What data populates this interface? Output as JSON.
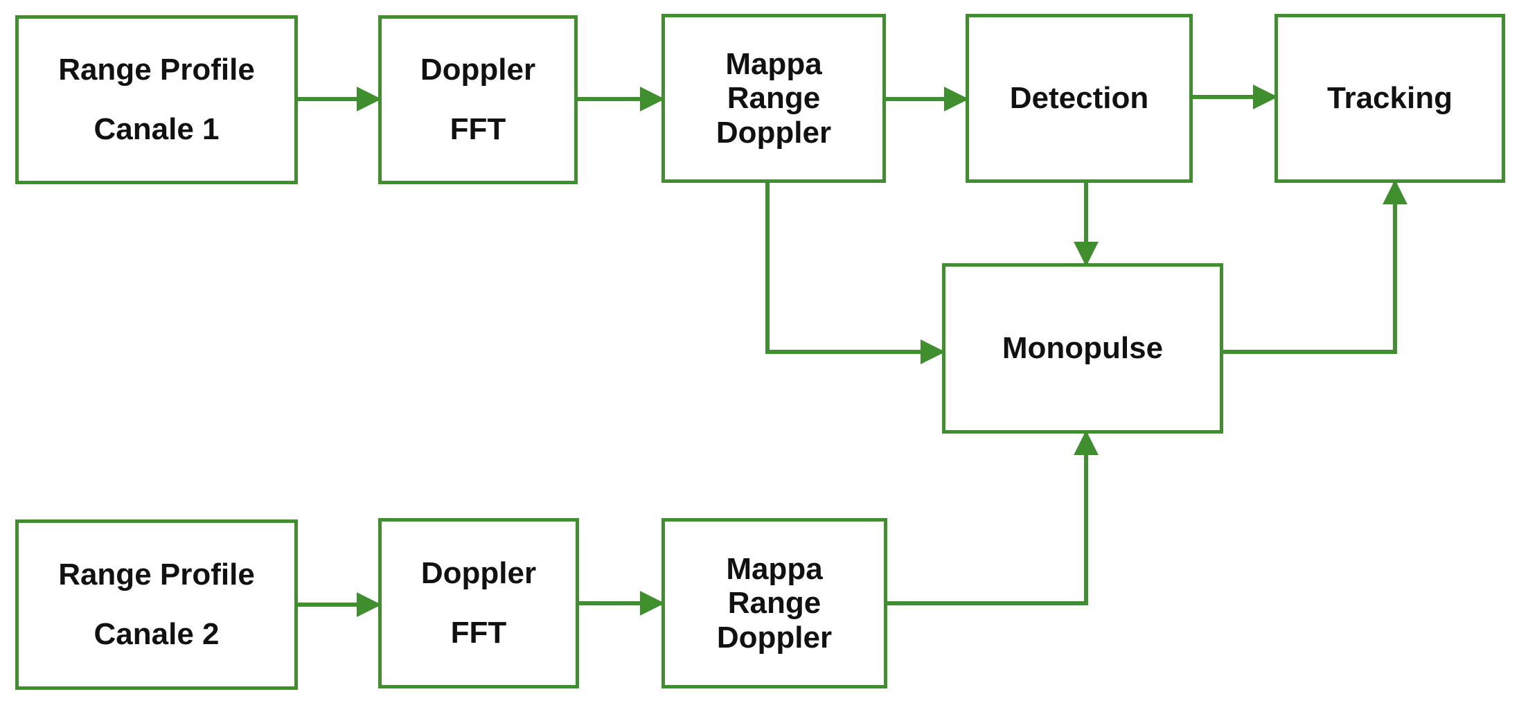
{
  "diagram": {
    "color": "#3f8f2f",
    "nodes": {
      "range_profile_1": {
        "lines": [
          "Range Profile",
          "Canale 1"
        ]
      },
      "doppler_fft_1": {
        "lines": [
          "Doppler",
          "FFT"
        ]
      },
      "mappa_range_doppler_1": {
        "lines": [
          "Mappa",
          "Range",
          "Doppler"
        ]
      },
      "detection": {
        "lines": [
          "Detection"
        ]
      },
      "tracking": {
        "lines": [
          "Tracking"
        ]
      },
      "monopulse": {
        "lines": [
          "Monopulse"
        ]
      },
      "range_profile_2": {
        "lines": [
          "Range Profile",
          "Canale 2"
        ]
      },
      "doppler_fft_2": {
        "lines": [
          "Doppler",
          "FFT"
        ]
      },
      "mappa_range_doppler_2": {
        "lines": [
          "Mappa",
          "Range",
          "Doppler"
        ]
      }
    },
    "edges": [
      {
        "from": "range_profile_1",
        "to": "doppler_fft_1"
      },
      {
        "from": "doppler_fft_1",
        "to": "mappa_range_doppler_1"
      },
      {
        "from": "mappa_range_doppler_1",
        "to": "detection"
      },
      {
        "from": "detection",
        "to": "tracking"
      },
      {
        "from": "detection",
        "to": "monopulse"
      },
      {
        "from": "mappa_range_doppler_1",
        "to": "monopulse"
      },
      {
        "from": "monopulse",
        "to": "tracking"
      },
      {
        "from": "range_profile_2",
        "to": "doppler_fft_2"
      },
      {
        "from": "doppler_fft_2",
        "to": "mappa_range_doppler_2"
      },
      {
        "from": "mappa_range_doppler_2",
        "to": "monopulse"
      }
    ]
  }
}
